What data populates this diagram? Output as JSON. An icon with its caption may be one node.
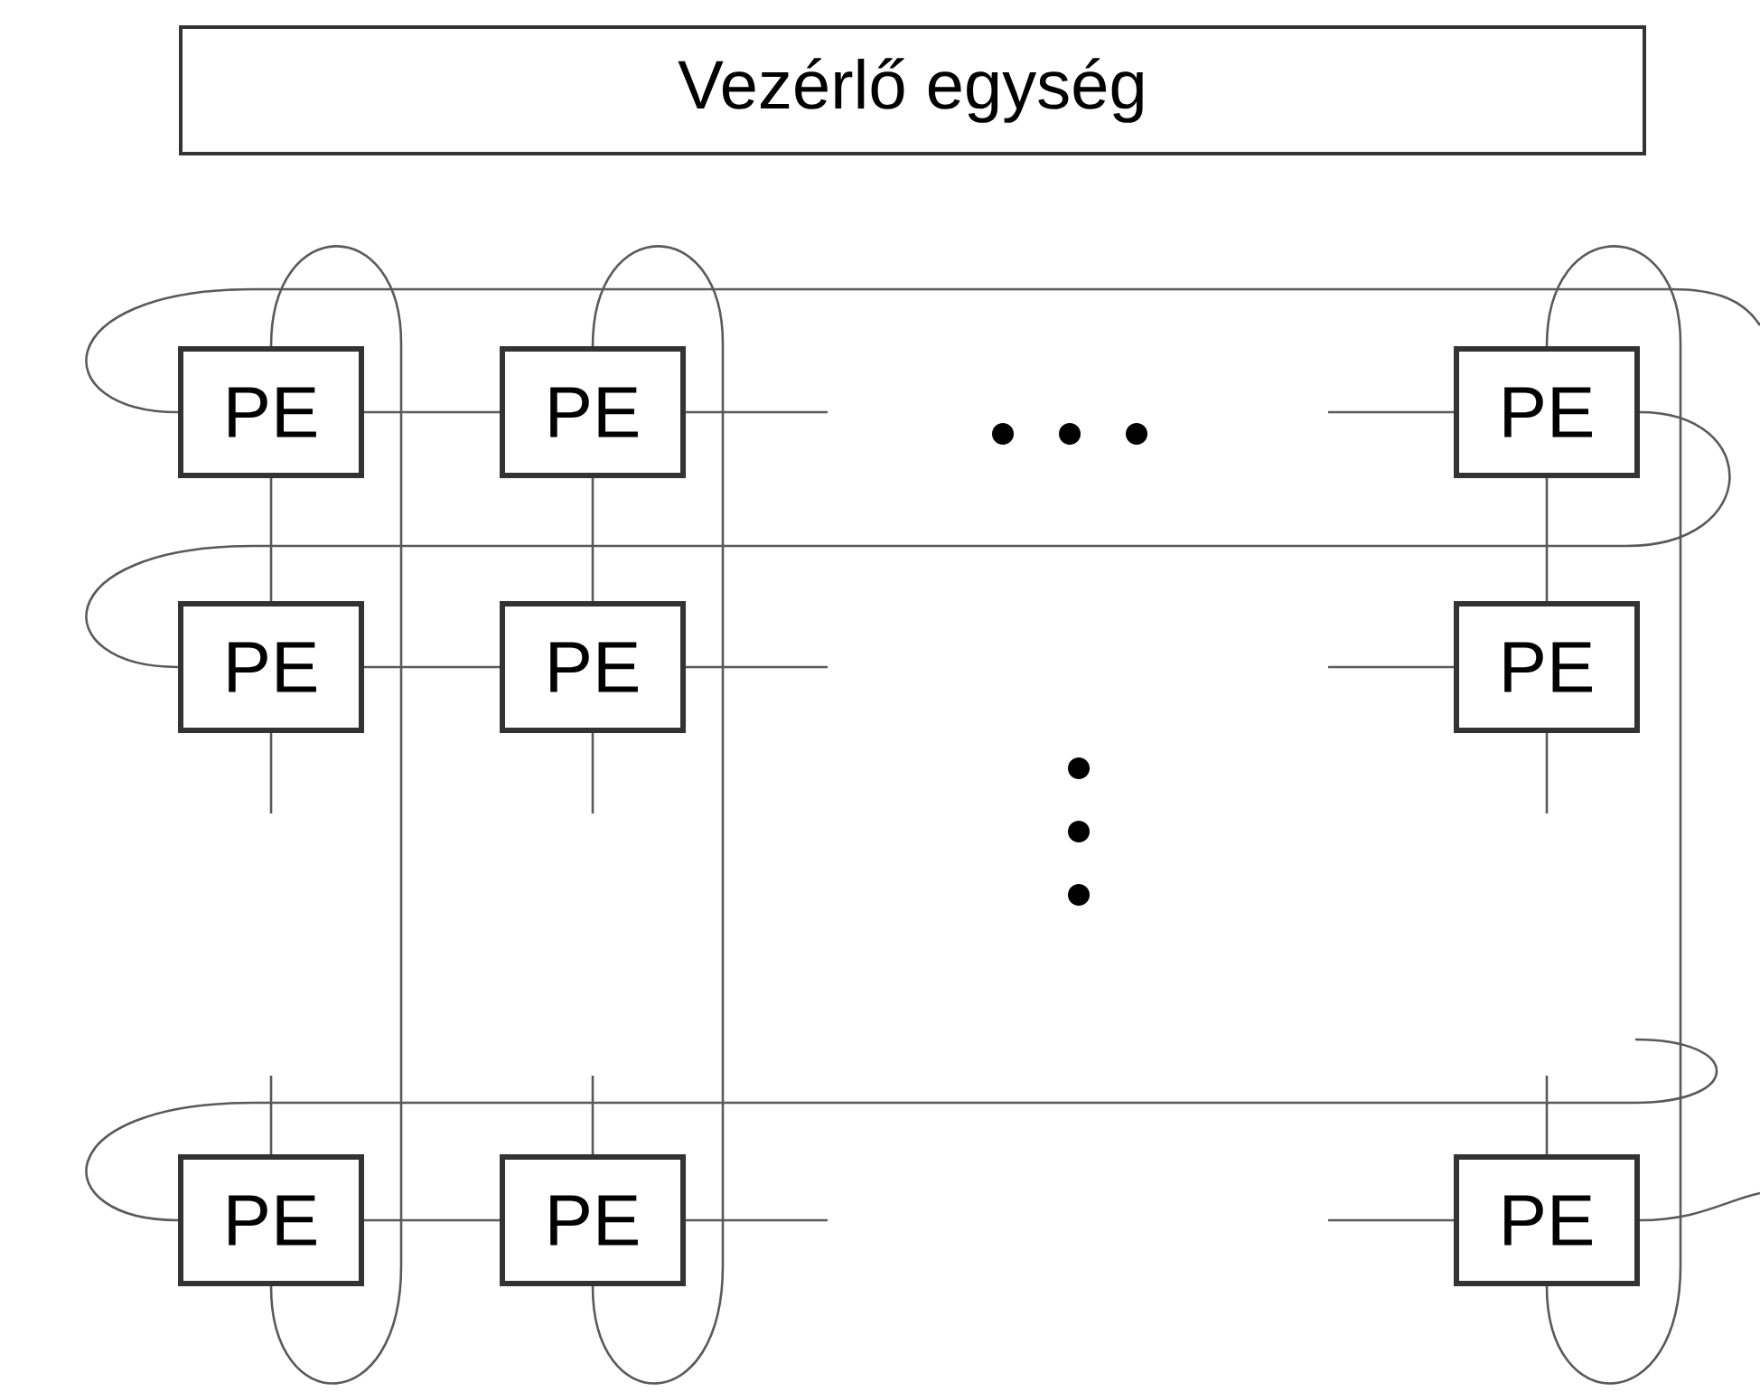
{
  "diagram": {
    "nodes": [
      {
        "text": [
          "Vezérlő egység"
        ]
      },
      {
        "text": [
          "PE"
        ]
      },
      {
        "text": [
          "PE"
        ]
      },
      {
        "text": [
          "PE"
        ]
      },
      {
        "text": [
          "PE"
        ]
      },
      {
        "text": [
          "PE"
        ]
      },
      {
        "text": [
          "PE"
        ]
      },
      {
        "text": [
          "PE"
        ]
      },
      {
        "text": [
          "PE"
        ]
      },
      {
        "text": [
          "PE"
        ]
      }
    ],
    "edges": [
      {
        "from": 1,
        "to": 2,
        "arrow": "none"
      },
      {
        "from": 4,
        "to": 5,
        "arrow": "none"
      },
      {
        "from": 7,
        "to": 8,
        "arrow": "none"
      },
      {
        "from": 1,
        "to": 4,
        "arrow": "none"
      },
      {
        "from": 2,
        "to": 5,
        "arrow": "none"
      },
      {
        "from": 3,
        "to": 6,
        "arrow": "none"
      },
      {
        "from": 1,
        "to": 7,
        "arrow": "none"
      },
      {
        "from": 2,
        "to": 8,
        "arrow": "none"
      },
      {
        "from": 3,
        "to": 9,
        "arrow": "none"
      },
      {
        "from": 3,
        "to": 4,
        "arrow": "none"
      },
      {
        "from": 1,
        "to": null,
        "arrow": "none"
      },
      {
        "from": null,
        "to": 7,
        "arrow": "none"
      },
      {
        "from": 9,
        "to": null,
        "arrow": "none"
      },
      {
        "from": 2,
        "to": null,
        "arrow": "none"
      },
      {
        "from": 5,
        "to": null,
        "arrow": "none"
      },
      {
        "from": 8,
        "to": null,
        "arrow": "none"
      },
      {
        "from": null,
        "to": 3,
        "arrow": "none"
      },
      {
        "from": null,
        "to": 6,
        "arrow": "none"
      },
      {
        "from": null,
        "to": 9,
        "arrow": "none"
      },
      {
        "from": 4,
        "to": null,
        "arrow": "none"
      },
      {
        "from": 5,
        "to": null,
        "arrow": "none"
      },
      {
        "from": 6,
        "to": null,
        "arrow": "none"
      },
      {
        "from": null,
        "to": 7,
        "arrow": "none"
      },
      {
        "from": null,
        "to": 8,
        "arrow": "none"
      },
      {
        "from": null,
        "to": 9,
        "arrow": "none"
      }
    ]
  }
}
